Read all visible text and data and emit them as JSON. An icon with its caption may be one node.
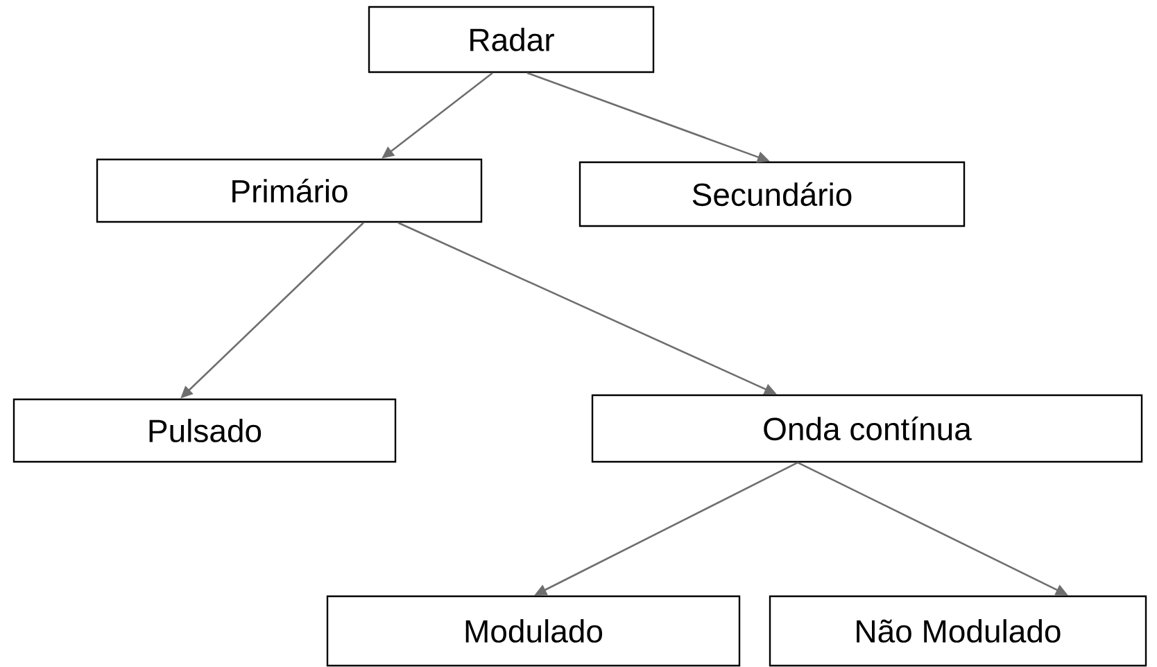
{
  "diagram": {
    "nodes": [
      {
        "text": [
          "Radar"
        ]
      },
      {
        "text": [
          "Primário"
        ]
      },
      {
        "text": [
          "Secundário"
        ]
      },
      {
        "text": [
          "Pulsado"
        ]
      },
      {
        "text": [
          "Onda contínua"
        ]
      },
      {
        "text": [
          "Modulado"
        ]
      },
      {
        "text": [
          "Não Modulado"
        ]
      }
    ],
    "edges": [
      {
        "from": 0,
        "to": 1,
        "arrow": "to"
      },
      {
        "from": 0,
        "to": 2,
        "arrow": "to"
      },
      {
        "from": 1,
        "to": 3,
        "arrow": "to"
      },
      {
        "from": 1,
        "to": 4,
        "arrow": "to"
      },
      {
        "from": 4,
        "to": 5,
        "arrow": "to"
      },
      {
        "from": 4,
        "to": 6,
        "arrow": "to"
      }
    ]
  }
}
